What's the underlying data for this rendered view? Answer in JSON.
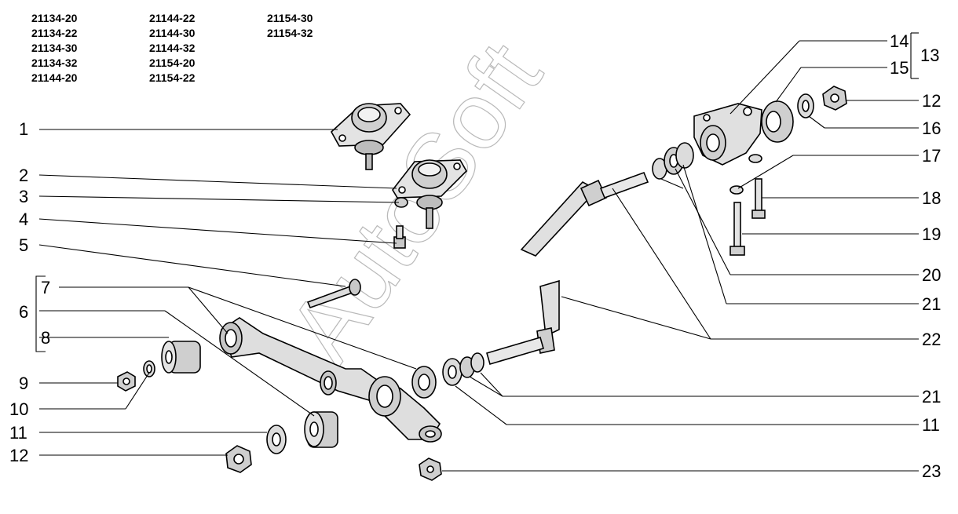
{
  "model_codes": [
    [
      "21134-20",
      "21134-22",
      "21134-30",
      "21134-32",
      "21144-20"
    ],
    [
      "21144-22",
      "21144-30",
      "21144-32",
      "21154-20",
      "21154-22"
    ],
    [
      "21154-30",
      "21154-32"
    ]
  ],
  "watermark": "AutoSoft",
  "callouts": {
    "c1": "1",
    "c2": "2",
    "c3": "3",
    "c4": "4",
    "c5": "5",
    "c6": "6",
    "c7": "7",
    "c8": "8",
    "c9": "9",
    "c10": "10",
    "c11l": "11",
    "c12l": "12",
    "c14": "14",
    "c15": "15",
    "c13": "13",
    "c12r": "12",
    "c16": "16",
    "c17": "17",
    "c18": "18",
    "c19": "19",
    "c20": "20",
    "c21a": "21",
    "c22": "22",
    "c21b": "21",
    "c11r": "11",
    "c23": "23"
  }
}
